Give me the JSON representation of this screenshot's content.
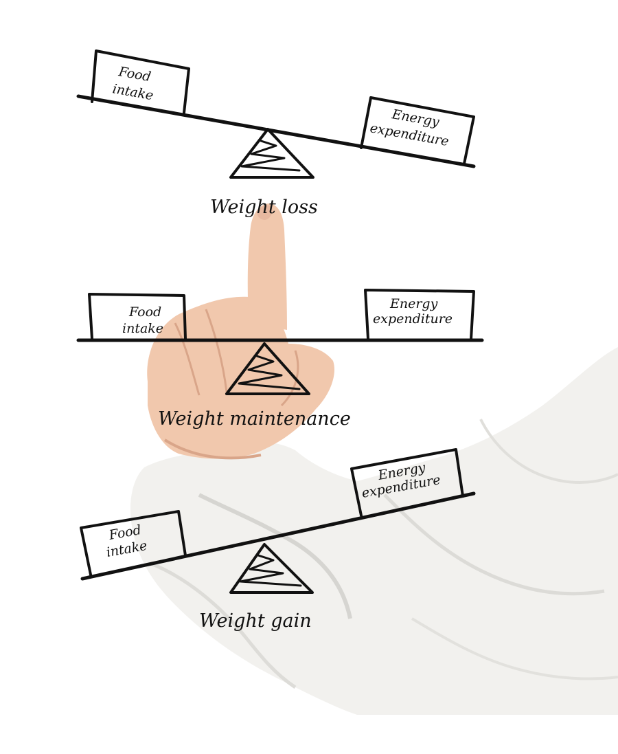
{
  "colors": {
    "ink": "#111111",
    "background": "#ffffff",
    "skin": "#f1c8ad",
    "skin_shadow": "#d9a589",
    "sleeve": "#f2f1ee",
    "sleeve_shadow": "#d6d5d1"
  },
  "diagrams": [
    {
      "food_box": {
        "line1": "Food",
        "line2": "intake"
      },
      "energy_box": {
        "line1": "Energy",
        "line2": "expenditure"
      },
      "caption": "Weight loss",
      "tilt": "food-side up"
    },
    {
      "food_box": {
        "line1": "Food",
        "line2": "intake"
      },
      "energy_box": {
        "line1": "Energy",
        "line2": "expenditure"
      },
      "caption": "Weight maintenance",
      "tilt": "level"
    },
    {
      "food_box": {
        "line1": "Food",
        "line2": "intake"
      },
      "energy_box": {
        "line1": "Energy",
        "line2": "expenditure"
      },
      "caption": "Weight gain",
      "tilt": "food-side down"
    }
  ]
}
